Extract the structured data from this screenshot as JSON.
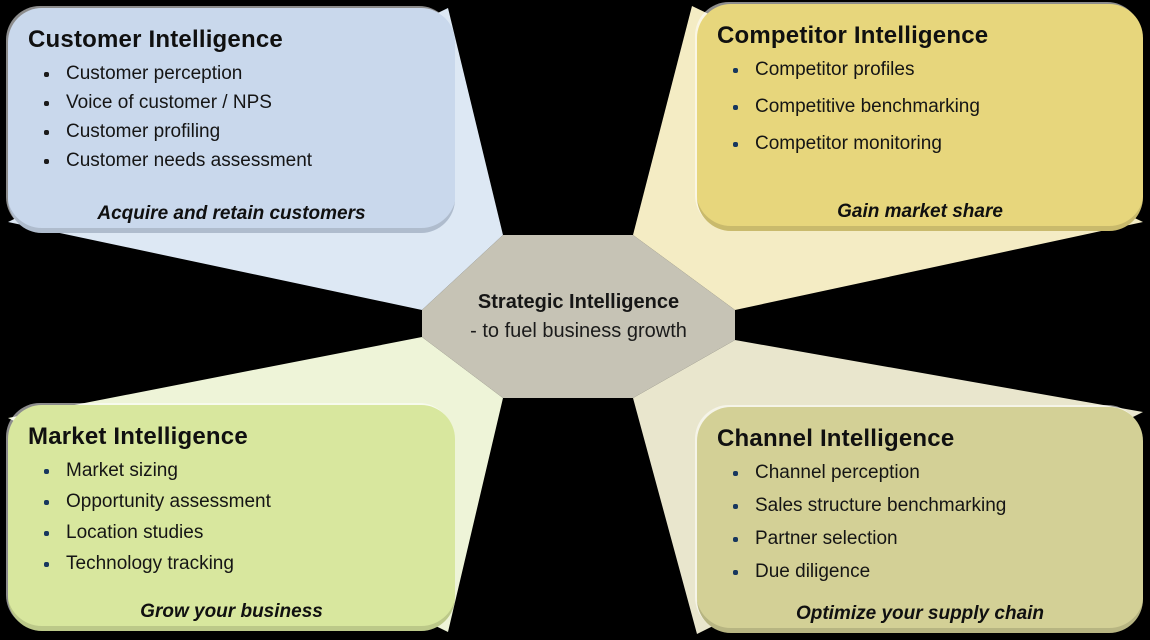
{
  "palette": {
    "background": "#000000",
    "text": "#111111"
  },
  "center": {
    "title": "Strategic Intelligence",
    "subtitle": "- to fuel business growth",
    "fill": "#c6c3b5"
  },
  "quadrants": [
    {
      "id": "customer-intelligence",
      "title": "Customer Intelligence",
      "bullets": [
        "Customer perception",
        "Voice of customer / NPS",
        "Customer profiling",
        "Customer needs assessment"
      ],
      "tagline": "Acquire and retain customers",
      "box_fill": "#c9d8ec",
      "beam_fill": "#dde8f4",
      "bullet_color": "#1a1a1a"
    },
    {
      "id": "competitor-intelligence",
      "title": "Competitor Intelligence",
      "bullets": [
        "Competitor profiles",
        "Competitive benchmarking",
        "Competitor monitoring"
      ],
      "tagline": "Gain market share",
      "box_fill": "#e7d67c",
      "beam_fill": "#f4ecc4",
      "bullet_color": "#17375e"
    },
    {
      "id": "market-intelligence",
      "title": "Market Intelligence",
      "bullets": [
        "Market sizing",
        "Opportunity assessment",
        "Location studies",
        "Technology tracking"
      ],
      "tagline": "Grow your business",
      "box_fill": "#d8e79e",
      "beam_fill": "#eef4d8",
      "bullet_color": "#17375e"
    },
    {
      "id": "channel-intelligence",
      "title": "Channel Intelligence",
      "bullets": [
        "Channel perception",
        "Sales structure benchmarking",
        "Partner selection",
        "Due diligence"
      ],
      "tagline": "Optimize your supply chain",
      "box_fill": "#d3d096",
      "beam_fill": "#e9e6cd",
      "bullet_color": "#17375e"
    }
  ]
}
